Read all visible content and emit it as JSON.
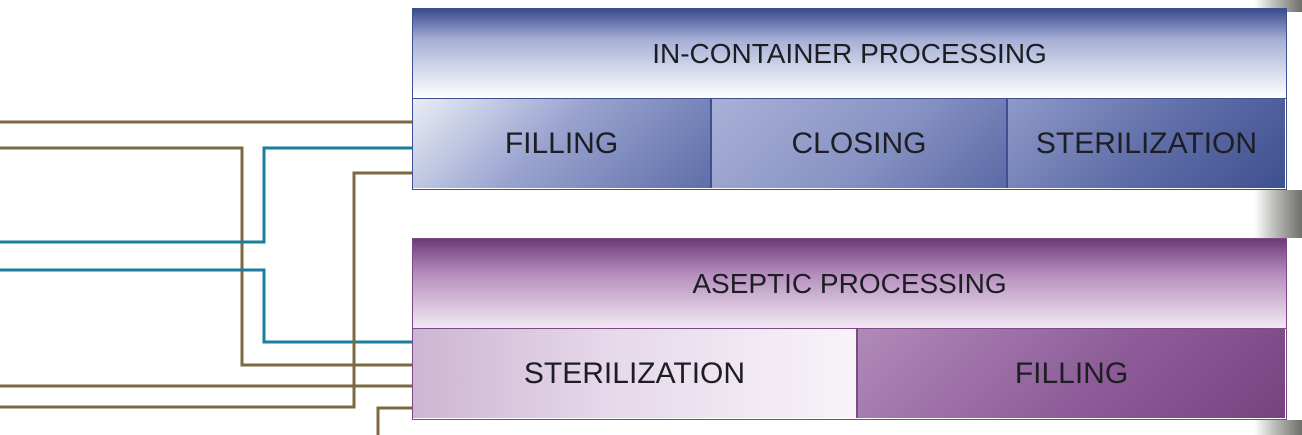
{
  "diagram": {
    "in_container": {
      "title": "IN-CONTAINER PROCESSING",
      "steps": [
        "FILLING",
        "CLOSING",
        "STERILIZATION"
      ]
    },
    "aseptic": {
      "title": "ASEPTIC PROCESSING",
      "steps": [
        "STERILIZATION",
        "FILLING"
      ]
    },
    "colors": {
      "connector_brown": "#7c6a3f",
      "connector_blue": "#1a7ea0",
      "in_container_accent": "#3e4f94",
      "aseptic_accent": "#7d4a85"
    }
  }
}
